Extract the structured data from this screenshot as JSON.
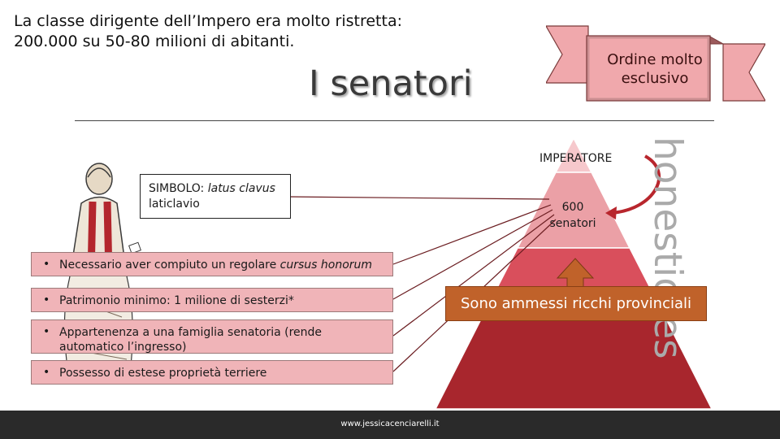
{
  "intro": {
    "line1": "La classe dirigente dell’Impero era molto ristretta:",
    "line2": "200.000 su 50-80 milioni di abitanti."
  },
  "title": "I senatori",
  "banner": {
    "line1": "Ordine molto",
    "line2": "esclusivo"
  },
  "honestiores": "honestiores",
  "pyramid": {
    "top_label": "IMPERATORE",
    "senatori_count": "600",
    "senatori_word": "senatori",
    "colors": [
      "#f6c8cc",
      "#eba0a6",
      "#d94f5c",
      "#a8262d"
    ]
  },
  "callout": {
    "prefix": "SIMBOLO: ",
    "latin": "latus clavus",
    "line2": "laticlavio"
  },
  "requirements": [
    {
      "text": "Necessario aver compiuto un regolare ",
      "italic": "cursus honorum"
    },
    {
      "text": "Patrimonio minimo: 1 milione di sesterzi*",
      "italic": ""
    },
    {
      "text": "Appartenenza a una famiglia senatoria (rende automatico l’ingresso)",
      "italic": ""
    },
    {
      "text": "Possesso di estese proprietà terriere",
      "italic": ""
    }
  ],
  "provinciali": "Sono ammessi ricchi provinciali",
  "footer": "www.jessicacenciarelli.it",
  "colors": {
    "banner": "#f0a8ac",
    "bullet_bg": "#f0b4b8",
    "provinciali": "#c0622a",
    "arrow": "#c0622a",
    "curve": "#b8262d"
  },
  "icons": [
    "senator-statue-illustration",
    "up-arrow-icon",
    "curved-arrow-icon"
  ]
}
